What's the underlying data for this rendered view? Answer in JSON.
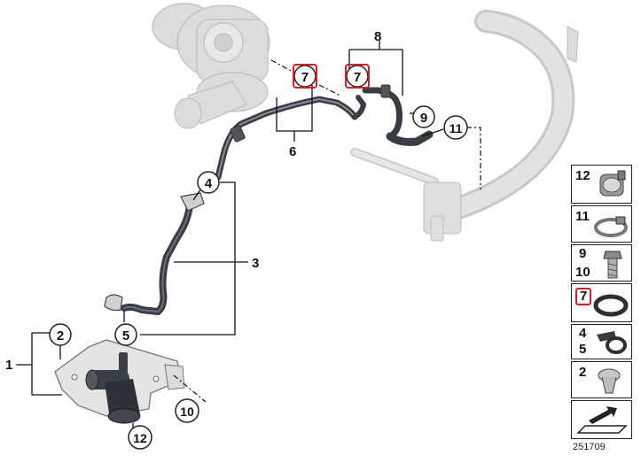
{
  "diagram": {
    "callouts": {
      "c1": "1",
      "c2": "2",
      "c3": "3",
      "c4": "4",
      "c5": "5",
      "c6": "6",
      "c7a": "7",
      "c7b": "7",
      "c8": "8",
      "c9": "9",
      "c10": "10",
      "c11": "11",
      "c12": "12"
    }
  },
  "sidebar": {
    "items": [
      {
        "labels": [
          "12"
        ]
      },
      {
        "labels": [
          "11"
        ]
      },
      {
        "labels": [
          "9",
          "10"
        ]
      },
      {
        "labels": [
          "7"
        ]
      },
      {
        "labels": [
          "4",
          "5"
        ]
      },
      {
        "labels": [
          "2"
        ]
      }
    ]
  },
  "colors": {
    "highlight": "#d21f2a",
    "hose": "#3a3c44",
    "ghost": "#d9d9d9"
  },
  "document_id": "251709"
}
